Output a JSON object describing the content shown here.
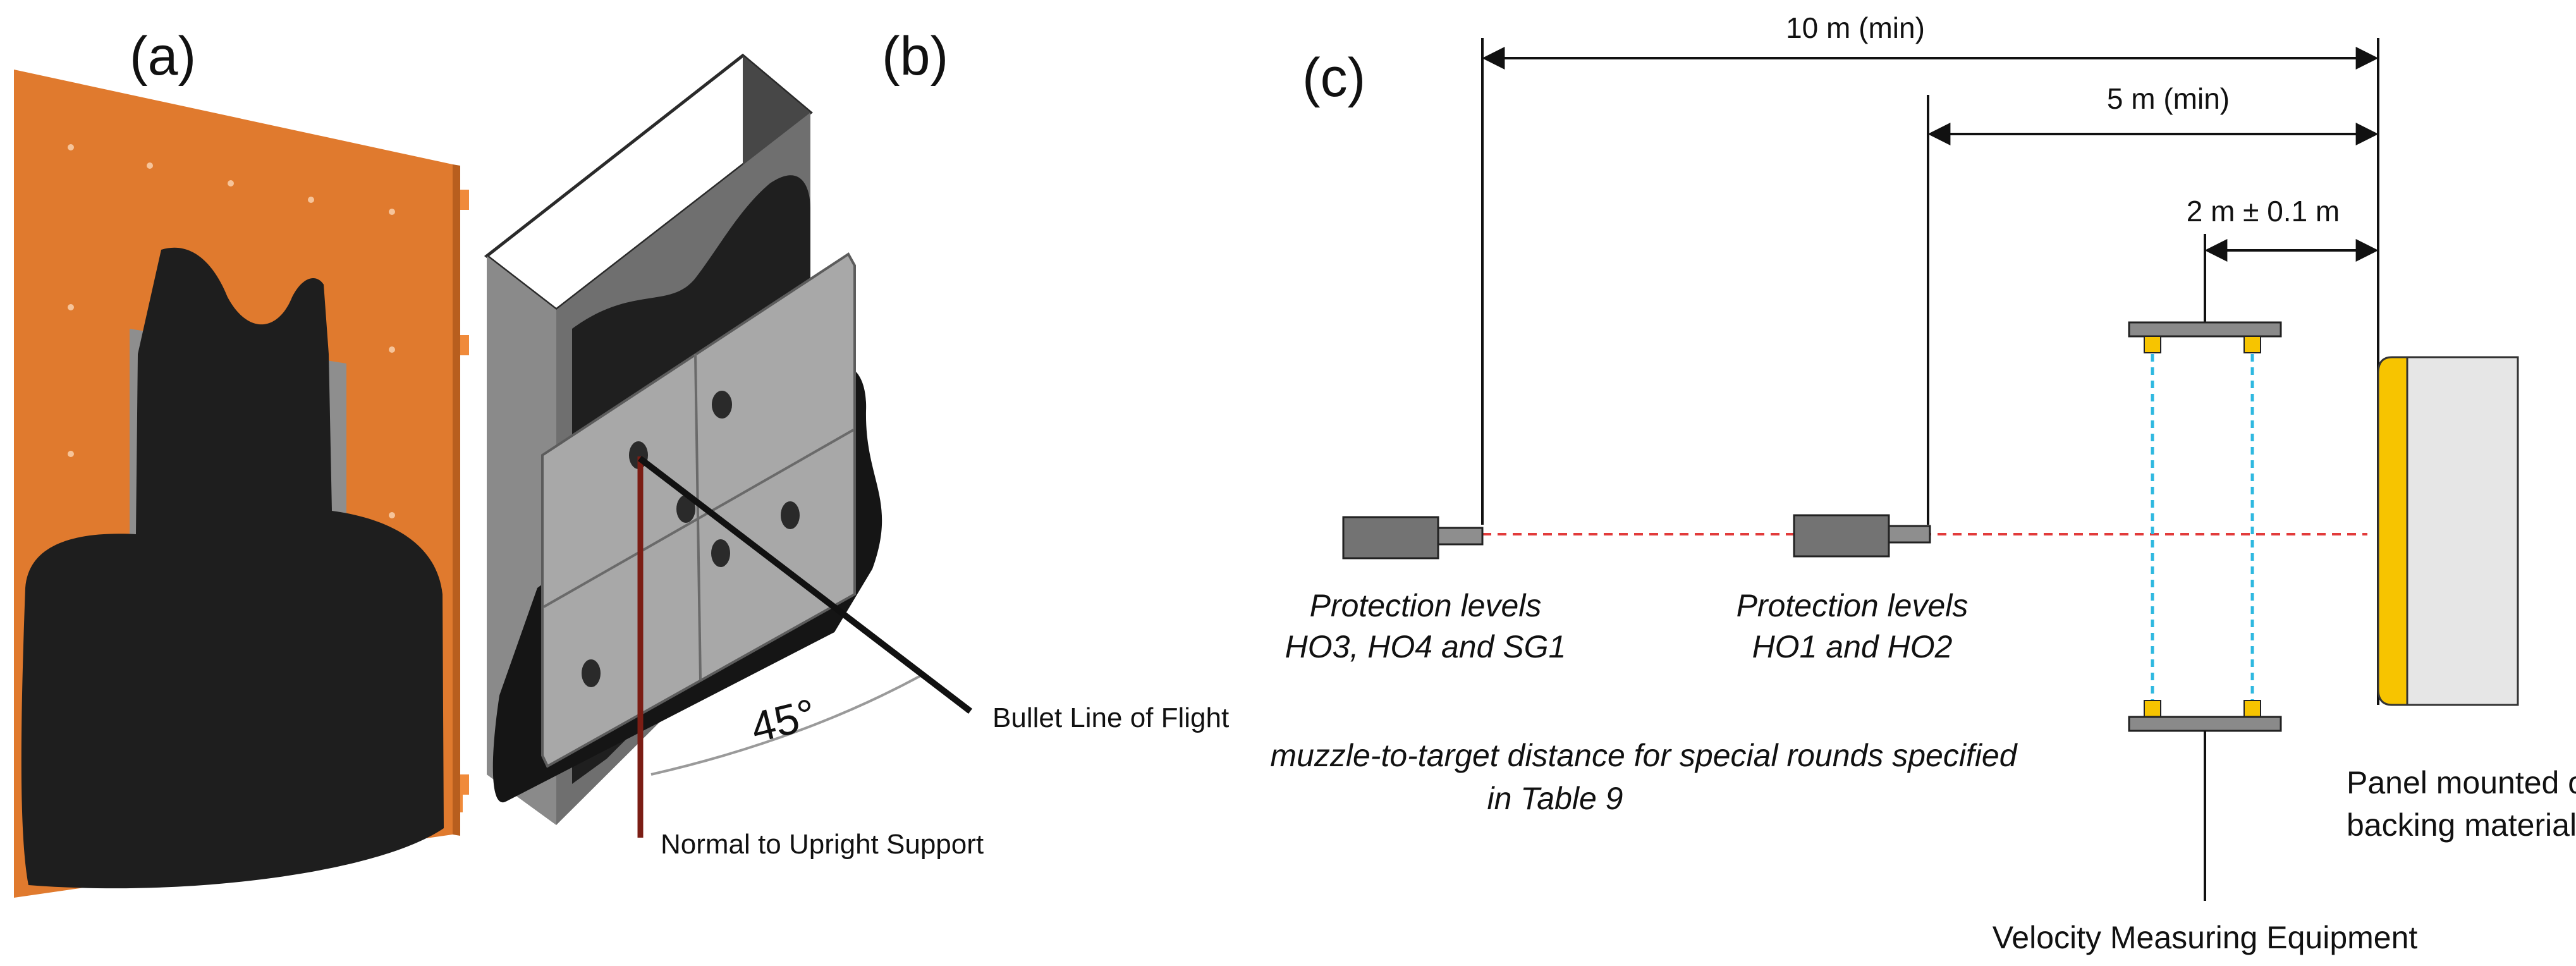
{
  "panels": {
    "a": {
      "label": "(a)"
    },
    "b": {
      "label": "(b)",
      "angle": "45°",
      "flight": "Bullet Line of Flight",
      "normal": "Normal to Upright Support"
    },
    "c": {
      "label": "(c)",
      "dim_10": "10 m (min)",
      "dim_5": "5 m (min)",
      "dim_2": "2 m ± 0.1 m",
      "gun1_line1": "Protection levels",
      "gun1_line2": "HO3, HO4 and SG1",
      "gun2_line1": "Protection levels",
      "gun2_line2": "HO1 and HO2",
      "special_line1": "muzzle-to-target distance for special rounds specified",
      "special_line2": "in Table 9",
      "velocity": "Velocity Measuring Equipment",
      "panel_line1": "Panel mounted on",
      "panel_line2": "backing material"
    }
  },
  "colors": {
    "board": "#E07A2E",
    "torso": "#1E1E1E",
    "box_front": "#6F6F6F",
    "plate": "#A8A8A8",
    "gun": "#737373",
    "laser": "#E23B3B",
    "beam": "#2EB8E0",
    "panel_front": "#F7C400",
    "panel_back": "#E6E6E6",
    "normal_line": "#7B1D14"
  }
}
